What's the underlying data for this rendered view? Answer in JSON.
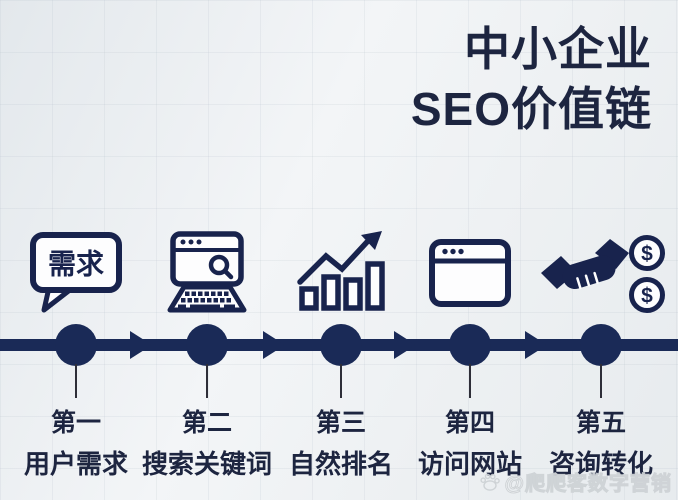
{
  "title": {
    "line1": "中小企业",
    "line2": "SEO价值链"
  },
  "steps": [
    {
      "step_label": "第一",
      "name": "用户需求",
      "icon": "speech-bubble-icon",
      "bubble_text": "需求"
    },
    {
      "step_label": "第二",
      "name": "搜索关键词",
      "icon": "computer-search-icon"
    },
    {
      "step_label": "第三",
      "name": "自然排名",
      "icon": "growth-chart-icon"
    },
    {
      "step_label": "第四",
      "name": "访问网站",
      "icon": "browser-window-icon"
    },
    {
      "step_label": "第五",
      "name": "咨询转化",
      "icon": "handshake-money-icon",
      "coin_symbol": "$"
    }
  ],
  "watermark": {
    "text": "@爬爬客数字营销",
    "icon": "paw-icon"
  },
  "colors": {
    "navy_text": "#1d2540",
    "timeline_navy": "#1a2a57",
    "icon_navy": "#18234d",
    "background": "#eceff2"
  }
}
